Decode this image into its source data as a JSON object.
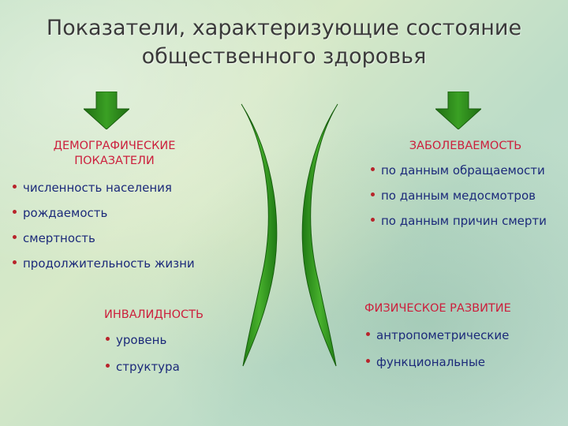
{
  "title": {
    "line1": "Показатели, характеризующие состояние",
    "line2": "общественного здоровья"
  },
  "colors": {
    "arrow_green": "#2f8f1e",
    "heading_red": "#cc1f3c",
    "item_blue": "#1c2a7a"
  },
  "demographic": {
    "heading_line1": "ДЕМОГРАФИЧЕСКИЕ",
    "heading_line2": "ПОКАЗАТЕЛИ",
    "items": [
      "численность населения",
      "рождаемость",
      "смертность",
      "продолжительность жизни"
    ]
  },
  "morbidity": {
    "heading": "ЗАБОЛЕВАЕМОСТЬ",
    "items": [
      "по данным обращаемости",
      "по данным медосмотров",
      "по данным причин смерти"
    ]
  },
  "disability": {
    "heading": "ИНВАЛИДНОСТЬ",
    "items": [
      "уровень",
      "структура"
    ]
  },
  "physical": {
    "heading": "ФИЗИЧЕСКОЕ РАЗВИТИЕ",
    "items": [
      "антропометрические",
      "функциональные"
    ]
  }
}
